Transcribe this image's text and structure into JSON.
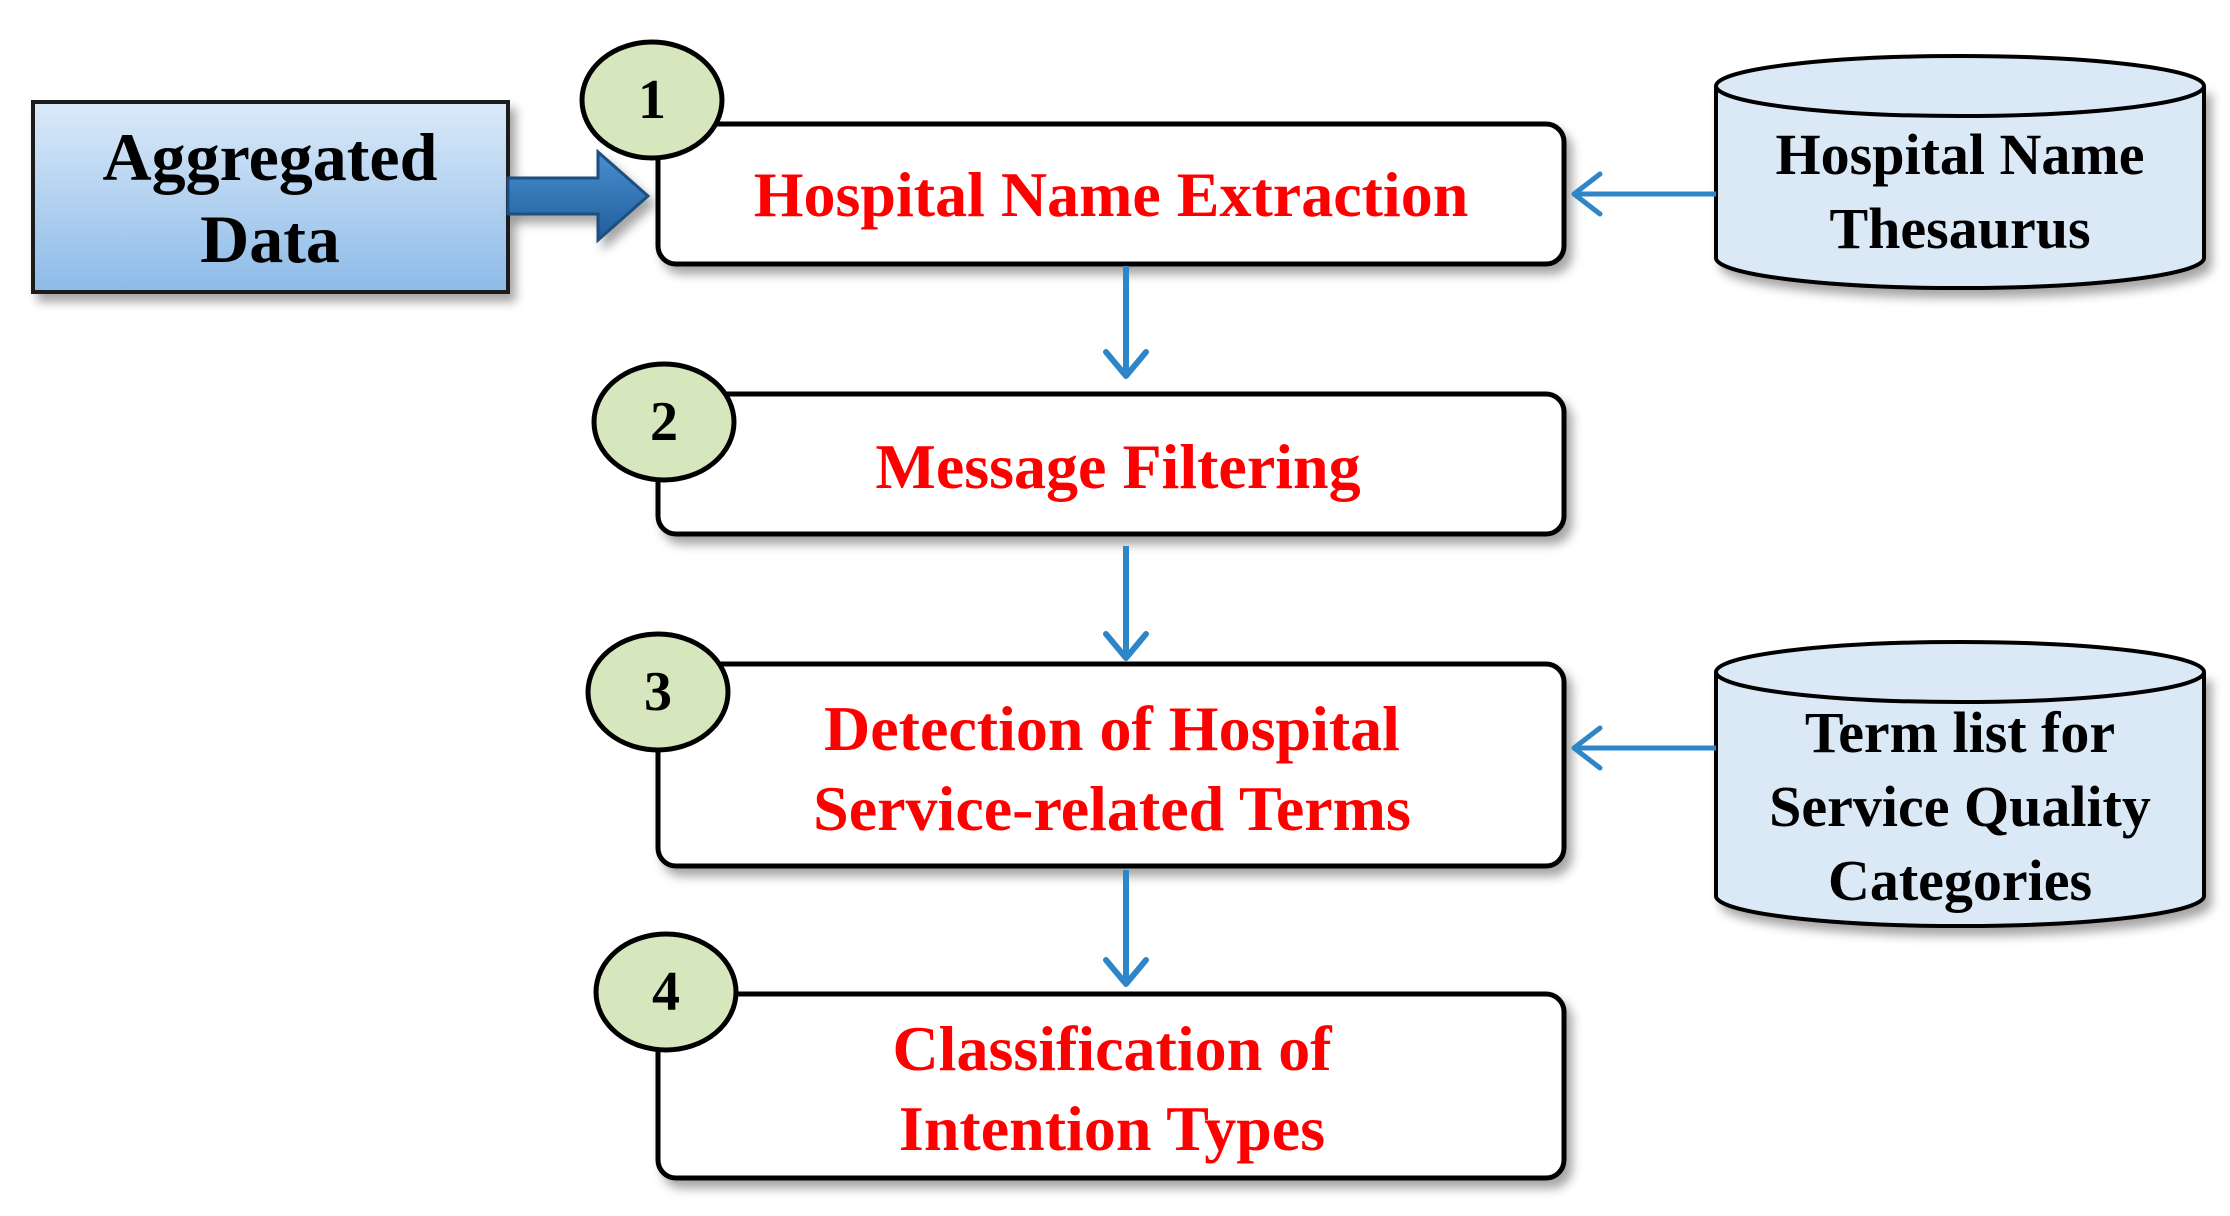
{
  "source": {
    "lines": [
      "Aggregated",
      "Data"
    ]
  },
  "steps": [
    {
      "number": "1",
      "lines": [
        "Hospital Name Extraction"
      ]
    },
    {
      "number": "2",
      "lines": [
        "Message Filtering"
      ]
    },
    {
      "number": "3",
      "lines": [
        "Detection of  Hospital",
        "Service-related Terms"
      ]
    },
    {
      "number": "4",
      "lines": [
        "Classification of",
        "Intention Types"
      ]
    }
  ],
  "databases": [
    {
      "lines": [
        "Hospital Name",
        "Thesaurus"
      ]
    },
    {
      "lines": [
        "Term list for",
        "Service Quality",
        "Categories"
      ]
    }
  ],
  "colors": {
    "step_text": "#ff0000",
    "arrow": "#2e86c9",
    "number_circle_fill": "#d6e6bd",
    "database_fill": "#dbe9f6",
    "source_fill_top": "#dbeaf9",
    "source_fill_bottom": "#8dbbe8",
    "source_arrow": "#2f6fa8"
  }
}
